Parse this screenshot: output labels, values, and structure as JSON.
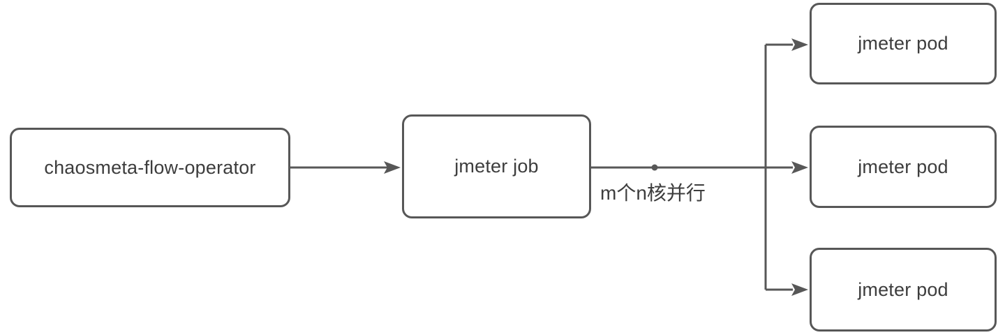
{
  "diagram": {
    "operator": {
      "label": "chaosmeta-flow-operator"
    },
    "job": {
      "label": "jmeter job"
    },
    "pods": [
      {
        "label": "jmeter pod"
      },
      {
        "label": "jmeter pod"
      },
      {
        "label": "jmeter pod"
      }
    ],
    "edge_label": "m个n核并行",
    "colors": {
      "line": "#575757",
      "node_border": "#575757",
      "text": "#3d3d3d",
      "background": "#ffffff"
    }
  }
}
